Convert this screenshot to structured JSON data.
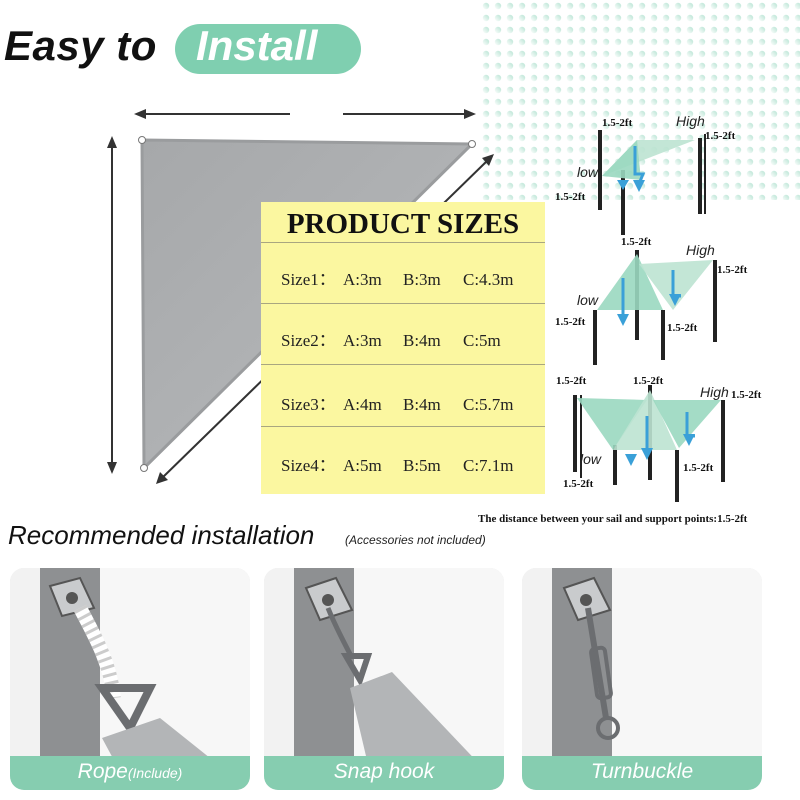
{
  "header": {
    "easy": "Easy to",
    "install": "Install"
  },
  "product_sizes": {
    "title": "PRODUCT SIZES",
    "rows": [
      {
        "label": "Size1：",
        "a": "A:3m",
        "b": "B:3m",
        "c": "C:4.3m"
      },
      {
        "label": "Size2：",
        "a": "A:3m",
        "b": "B:4m",
        "c": "C:5m"
      },
      {
        "label": "Size3：",
        "a": "A:4m",
        "b": "B:4m",
        "c": "C:5.7m"
      },
      {
        "label": "Size4：",
        "a": "A:5m",
        "b": "B:5m",
        "c": "C:7.1m"
      }
    ]
  },
  "diagrams": {
    "d1": {
      "top_left": "1.5-2ft",
      "high": "High",
      "right": "1.5-2ft",
      "low": "low",
      "left": "1.5-2ft"
    },
    "d2": {
      "top": "1.5-2ft",
      "high": "High",
      "right": "1.5-2ft",
      "low": "low",
      "left": "1.5-2ft",
      "middle": "1.5-2ft"
    },
    "d3": {
      "top_left": "1.5-2ft",
      "top_mid": "1.5-2ft",
      "high": "High",
      "right": "1.5-2ft",
      "low": "low",
      "bottom_left": "1.5-2ft",
      "middle": "1.5-2ft"
    },
    "note": "The distance between your sail and support points:1.5-2ft"
  },
  "recommended": {
    "title": "Recommended installation",
    "subtitle": "(Accessories not included)",
    "cards": [
      {
        "label": "Rope",
        "small": "(Include)"
      },
      {
        "label": "Snap hook",
        "small": ""
      },
      {
        "label": "Turnbuckle",
        "small": ""
      }
    ]
  },
  "colors": {
    "accent": "#7fcfb0",
    "table_bg": "#fbf7a0",
    "sail_gray": "#a9abad"
  }
}
